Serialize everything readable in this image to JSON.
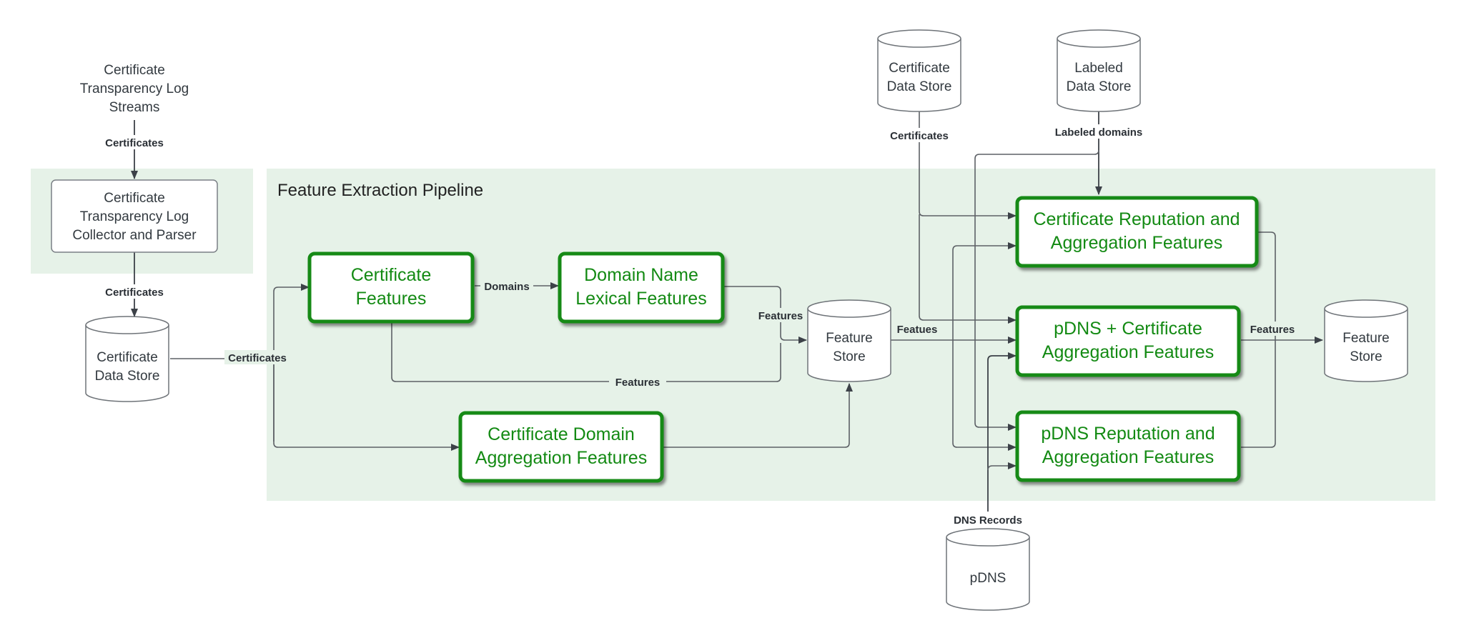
{
  "diagram": {
    "groups": {
      "collector_group": {
        "title": ""
      },
      "pipeline_group": {
        "title": "Feature Extraction Pipeline"
      }
    },
    "nodes": {
      "ct_streams": {
        "lines": [
          "Certificate",
          "Transparency Log",
          "Streams"
        ]
      },
      "ct_collector": {
        "lines": [
          "Certificate",
          "Transparency Log",
          "Collector and Parser"
        ]
      },
      "cert_store_left": {
        "lines": [
          "Certificate",
          "Data Store"
        ]
      },
      "cert_features": {
        "lines": [
          "Certificate",
          "Features"
        ]
      },
      "domain_lexical": {
        "lines": [
          "Domain Name",
          "Lexical Features"
        ]
      },
      "cert_domain_agg": {
        "lines": [
          "Certificate Domain",
          "Aggregation Features"
        ]
      },
      "feature_store_mid": {
        "lines": [
          "Feature",
          "Store"
        ]
      },
      "cert_store_top": {
        "lines": [
          "Certificate",
          "Data Store"
        ]
      },
      "labeled_store": {
        "lines": [
          "Labeled",
          "Data Store"
        ]
      },
      "cert_reputation": {
        "lines": [
          "Certificate Reputation and",
          "Aggregation Features"
        ]
      },
      "pdns_cert_agg": {
        "lines": [
          "pDNS + Certificate",
          "Aggregation Features"
        ]
      },
      "pdns_reputation": {
        "lines": [
          "pDNS Reputation and",
          "Aggregation Features"
        ]
      },
      "feature_store_right": {
        "lines": [
          "Feature",
          "Store"
        ]
      },
      "pdns": {
        "lines": [
          "pDNS"
        ]
      }
    },
    "edge_labels": {
      "streams_to_collector": "Certificates",
      "collector_to_store": "Certificates",
      "store_to_pipeline": "Certificates",
      "cert_to_lexical": "Domains",
      "lexical_to_store": "Features",
      "cert_features_to_store": "Features",
      "store_to_right": "Featues",
      "cert_store_top_out": "Certificates",
      "labeled_out": "Labeled domains",
      "right_to_final": "Features",
      "pdns_out": "DNS Records"
    },
    "colors": {
      "process_green": "#138a13",
      "group_background": "#e6f2e8",
      "edge": "#5d6166"
    }
  }
}
